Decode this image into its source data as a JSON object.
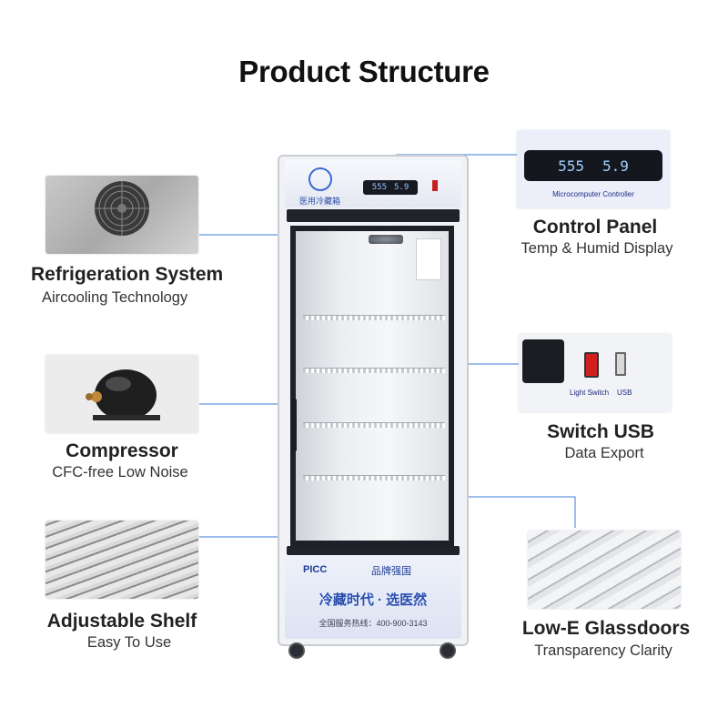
{
  "title": "Product Structure",
  "accent_color": "#3d7ed6",
  "features": {
    "refrigeration": {
      "title": "Refrigeration System",
      "subtitle": "Aircooling Technology"
    },
    "compressor": {
      "title": "Compressor",
      "subtitle": "CFC-free Low Noise"
    },
    "shelf": {
      "title": "Adjustable  Shelf",
      "subtitle": "Easy To Use"
    },
    "control": {
      "title": "Control Panel",
      "subtitle": "Temp & Humid Display",
      "photo_caption": "Microcomputer Controller",
      "display_left": "555",
      "display_right": "5.9"
    },
    "switch": {
      "title": "Switch USB",
      "subtitle": "Data Export",
      "caption_switch": "Light Switch",
      "caption_usb": "USB"
    },
    "glass": {
      "title": "Low-E Glassdoors",
      "subtitle": "Transparency Clarity"
    }
  },
  "fridge": {
    "header_text": "医用冷藏箱",
    "display_left": "555",
    "display_right": "5.9",
    "brand_left": "PICC",
    "brand_right": "品牌强国",
    "slogan": "冷藏时代 · 选医然",
    "hotline": "全国服务热线：400-900-3143"
  }
}
